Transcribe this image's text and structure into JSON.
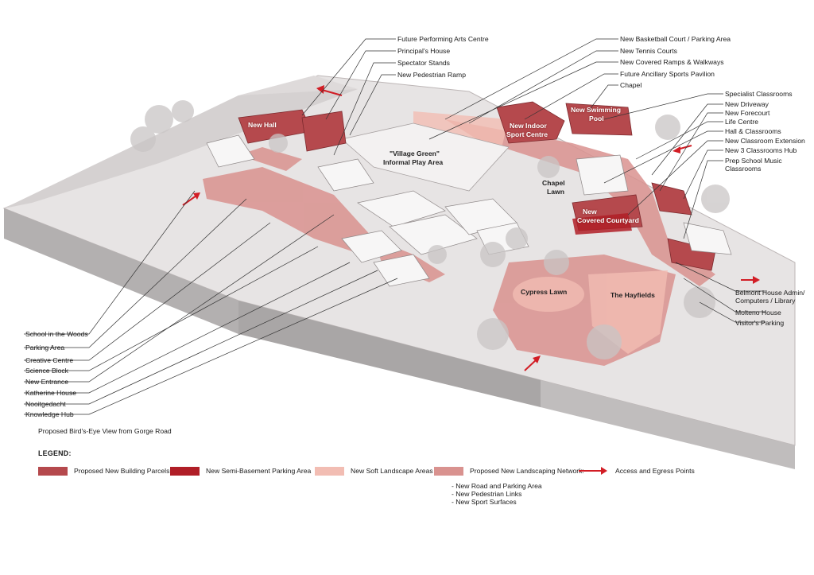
{
  "left_labels": [
    "School in the Woods",
    "Parking Area",
    "Creative Centre",
    "Science Block",
    "New Entrance",
    "Katherine House",
    "Nooitgedacht",
    "Knowledge Hub"
  ],
  "top_labels": [
    "Future Performing Arts Centre",
    "Principal's House",
    "Spectator Stands",
    "New Pedestrian Ramp"
  ],
  "top_right_labels": [
    "New Basketball Court / Parking Area",
    "New Tennis Courts",
    "New Covered Ramps & Walkways",
    "Future Ancillary Sports Pavilion",
    "Chapel"
  ],
  "right_labels": [
    "Specialist Classrooms",
    "New Driveway",
    "New Forecourt",
    "Life Centre",
    "Hall & Classrooms",
    "New Classroom Extension",
    "New 3 Classrooms Hub",
    "Prep School Music",
    "Classrooms"
  ],
  "bottom_right_labels": [
    "Belmont House Admin/",
    "Computers / Library",
    "Molteno House",
    "Visitor's Parking"
  ],
  "map_labels": {
    "new_hall": "New Hall",
    "village_green_1": "\"Village Green\"",
    "village_green_2": "Informal Play Area",
    "indoor_sport_1": "New Indoor",
    "indoor_sport_2": "Sport Centre",
    "swimming_1": "New Swimming",
    "swimming_2": "Pool",
    "chapel_lawn_1": "Chapel",
    "chapel_lawn_2": "Lawn",
    "courtyard_1": "New",
    "courtyard_2": "Covered Courtyard",
    "cypress_lawn": "Cypress Lawn",
    "hayfields": "The Hayfields"
  },
  "caption": "Proposed Bird's-Eye View from Gorge Road",
  "legend": {
    "title": "LEGEND:",
    "items": [
      {
        "label": "Proposed New Building Parcels",
        "color": "#b5494d"
      },
      {
        "label": "New Semi-Basement Parking Area",
        "color": "#b01e27"
      },
      {
        "label": "New Soft Landscape Areas",
        "color": "#f2bdb3"
      },
      {
        "label": "Proposed New Landscaping Network:",
        "color": "#d9928f"
      },
      {
        "label": "Access and Egress Points",
        "color": "#d21d25"
      }
    ],
    "network_items": [
      "- New Road and Parking Area",
      "- New Pedestrian Links",
      "- New Sport Surfaces"
    ]
  },
  "colors": {
    "accent": "#d21d25",
    "building_parcel": "#b5494d",
    "landscape_network": "#d9928f",
    "soft_landscape": "#f2bdb3",
    "terrain": "#e4e1e1"
  }
}
